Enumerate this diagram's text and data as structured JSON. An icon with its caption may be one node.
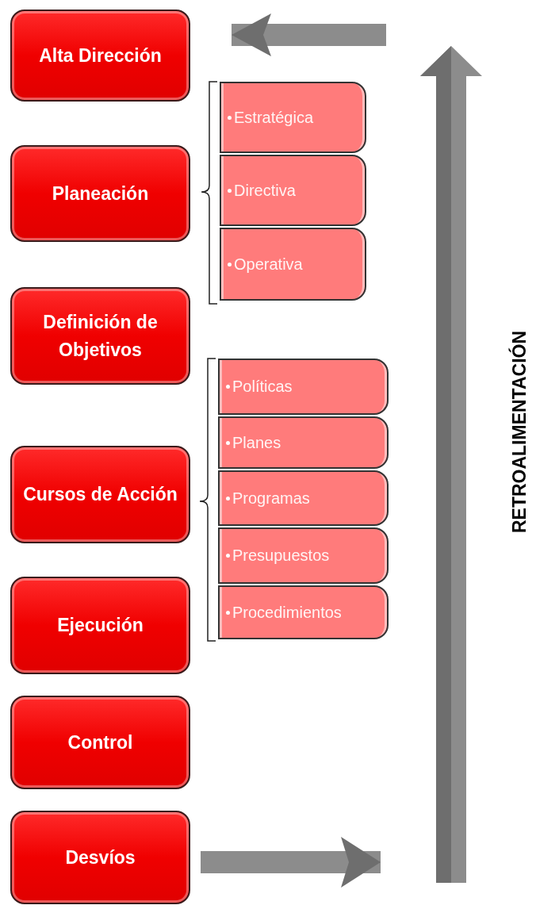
{
  "diagram": {
    "nodes": [
      {
        "text": [
          "Alta Dirección"
        ]
      },
      {
        "text": [
          "Planeación"
        ]
      },
      {
        "text": [
          "Estratégica"
        ]
      },
      {
        "text": [
          "Directiva"
        ]
      },
      {
        "text": [
          "Operativa"
        ]
      },
      {
        "text": [
          "Definición de Objetivos"
        ]
      },
      {
        "text": [
          "Cursos de Acción"
        ]
      },
      {
        "text": [
          "Políticas"
        ]
      },
      {
        "text": [
          "Planes"
        ]
      },
      {
        "text": [
          "Programas"
        ]
      },
      {
        "text": [
          "Presupuestos"
        ]
      },
      {
        "text": [
          "Procedimientos"
        ]
      },
      {
        "text": [
          "Ejecución"
        ]
      },
      {
        "text": [
          "Control"
        ]
      },
      {
        "text": [
          "Desvíos"
        ]
      },
      {
        "text": [],
        "shape": "arrow",
        "beside": [
          "RETROALIMENTACIÓN"
        ]
      }
    ],
    "edges": [
      {
        "from": null,
        "to": 0,
        "arrow": "to"
      },
      {
        "from": 14,
        "to": 15,
        "arrow": "to"
      }
    ]
  }
}
